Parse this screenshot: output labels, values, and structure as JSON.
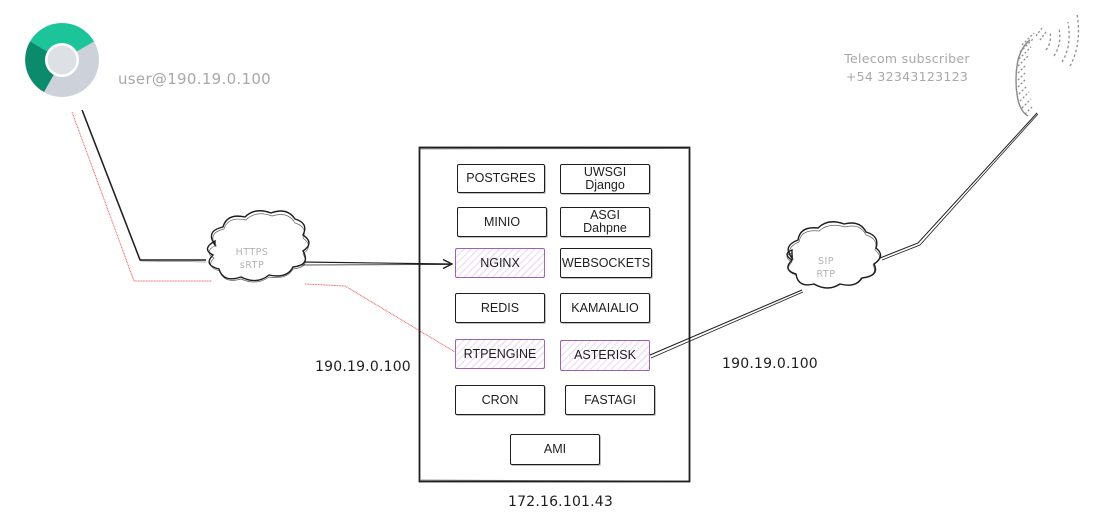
{
  "client": {
    "icon": "chrome-browser-icon",
    "label": "user@190.19.0.100",
    "colors": {
      "top": "#1cc49a",
      "left": "#0c8a6c",
      "right": "#cdd2da",
      "center": "#dde0e5"
    }
  },
  "subscriber": {
    "icon": "telephone-handset-icon",
    "title": "Telecom subscriber",
    "number": "+54 32343123123"
  },
  "clouds": {
    "left": {
      "line1": "HTTPS",
      "line2": "sRTP"
    },
    "right": {
      "line1": "SIP",
      "line2": "RTP"
    }
  },
  "ip_labels": {
    "left": "190.19.0.100",
    "right": "190.19.0.100",
    "server": "172.16.101.43"
  },
  "services": [
    {
      "id": "postgres",
      "lines": [
        "POSTGRES"
      ],
      "highlight": false
    },
    {
      "id": "uwsgi",
      "lines": [
        "UWSGI",
        "Django"
      ],
      "highlight": false
    },
    {
      "id": "minio",
      "lines": [
        "MINIO"
      ],
      "highlight": false
    },
    {
      "id": "asgi",
      "lines": [
        "ASGI",
        "Dahpne"
      ],
      "highlight": false
    },
    {
      "id": "nginx",
      "lines": [
        "NGINX"
      ],
      "highlight": true
    },
    {
      "id": "websockets",
      "lines": [
        "WEBSOCKETS"
      ],
      "highlight": false
    },
    {
      "id": "redis",
      "lines": [
        "REDIS"
      ],
      "highlight": false
    },
    {
      "id": "kamailio",
      "lines": [
        "KAMAIALIO"
      ],
      "highlight": false
    },
    {
      "id": "rtpengine",
      "lines": [
        "RTPENGINE"
      ],
      "highlight": true
    },
    {
      "id": "asterisk",
      "lines": [
        "ASTERISK"
      ],
      "highlight": true
    },
    {
      "id": "cron",
      "lines": [
        "CRON"
      ],
      "highlight": false
    },
    {
      "id": "fastagi",
      "lines": [
        "FASTAGI"
      ],
      "highlight": false
    },
    {
      "id": "ami",
      "lines": [
        "AMI"
      ],
      "highlight": false
    }
  ],
  "colors": {
    "stroke": "#1e1e1e",
    "media_path": "#e03131",
    "highlight_stroke": "#9c62b8",
    "muted_text": "#a8a8a8"
  }
}
